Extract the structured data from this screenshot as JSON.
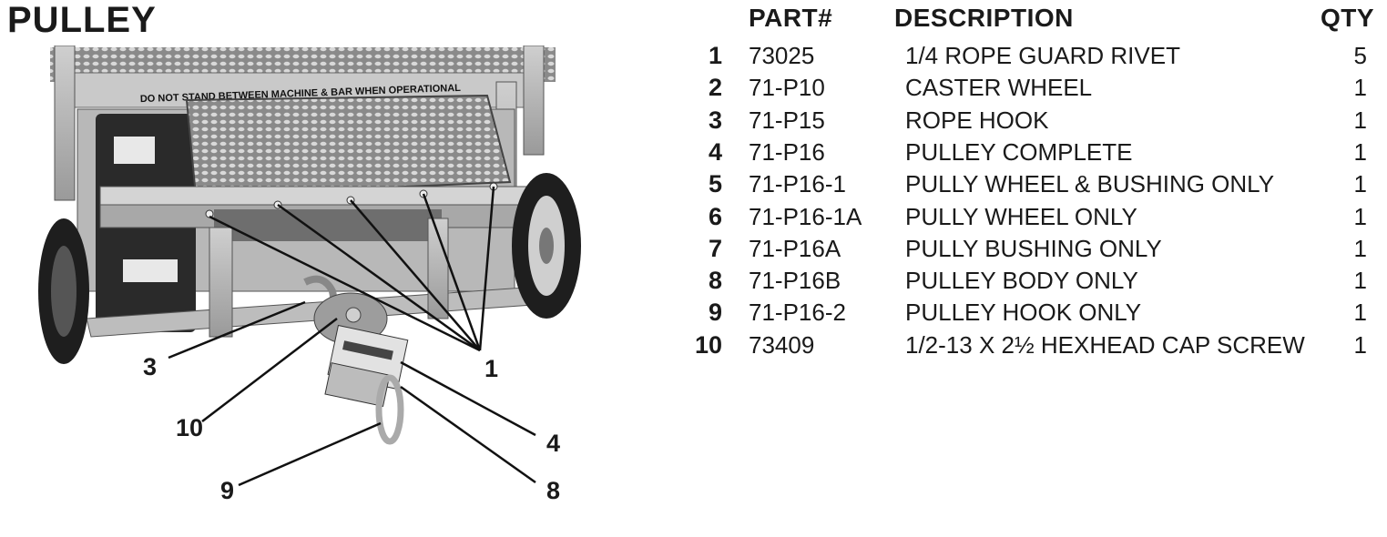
{
  "title": "PULLEY",
  "photo": {
    "warning_text": "DO NOT STAND BETWEEN MACHINE & BAR WHEN OPERATIONAL",
    "callouts": [
      "1",
      "3",
      "10",
      "9",
      "4",
      "8"
    ]
  },
  "table": {
    "headers": {
      "part": "PART#",
      "description": "DESCRIPTION",
      "qty": "QTY"
    },
    "rows": [
      {
        "num": "1",
        "part": "73025",
        "description": "1/4 ROPE GUARD RIVET",
        "qty": "5"
      },
      {
        "num": "2",
        "part": "71-P10",
        "description": "CASTER WHEEL",
        "qty": "1"
      },
      {
        "num": "3",
        "part": "71-P15",
        "description": "ROPE HOOK",
        "qty": "1"
      },
      {
        "num": "4",
        "part": "71-P16",
        "description": "PULLEY COMPLETE",
        "qty": "1"
      },
      {
        "num": "5",
        "part": "71-P16-1",
        "description": "PULLY WHEEL & BUSHING ONLY",
        "qty": "1"
      },
      {
        "num": "6",
        "part": "71-P16-1A",
        "description": "PULLY WHEEL ONLY",
        "qty": "1"
      },
      {
        "num": "7",
        "part": "71-P16A",
        "description": "PULLY BUSHING ONLY",
        "qty": "1"
      },
      {
        "num": "8",
        "part": "71-P16B",
        "description": "PULLEY BODY ONLY",
        "qty": "1"
      },
      {
        "num": "9",
        "part": "71-P16-2",
        "description": "PULLEY HOOK ONLY",
        "qty": "1"
      },
      {
        "num": "10",
        "part": "73409",
        "description": "1/2-13 X 2½ HEXHEAD CAP SCREW",
        "qty": "1"
      }
    ]
  }
}
